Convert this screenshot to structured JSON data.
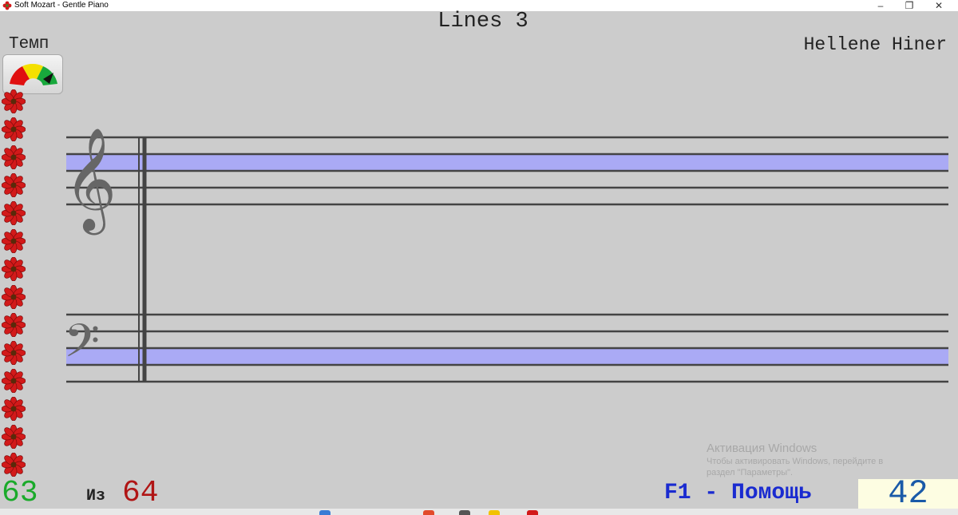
{
  "window": {
    "title": "Soft Mozart - Gentle Piano",
    "minimize": "–",
    "maximize": "❐",
    "close": "✕",
    "icon": "flower-icon"
  },
  "header": {
    "lesson_title": "Lines 3",
    "tempo_label": "Темп",
    "student_name": "Hellene Hiner"
  },
  "tempo_gauge": {
    "icon": "tempo-gauge-icon",
    "colors": [
      "#e01010",
      "#f4e000",
      "#18a83c"
    ]
  },
  "sidebar": {
    "flower_icon": "flower-icon",
    "flower_count": 14,
    "flower_color": "#d21a1a"
  },
  "staff": {
    "treble_clef": "𝄞",
    "bass_clef": "𝄢",
    "highlight_color": "#aaaaf5"
  },
  "watermark": {
    "line1": "Активация Windows",
    "line2": "Чтобы активировать Windows, перейдите в",
    "line3": "раздел \"Параметры\"."
  },
  "footer": {
    "score": "63",
    "of_label": "Из",
    "total": "64",
    "help": "F1 - Помощь",
    "counter": "42"
  }
}
